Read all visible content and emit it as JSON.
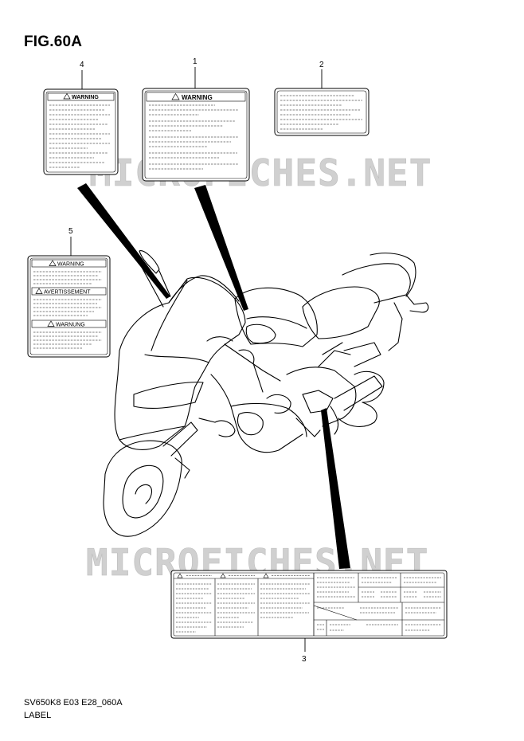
{
  "figure": {
    "title": "FIG.60A"
  },
  "footer": {
    "code": "SV650K8 E03 E28_060A",
    "name": "LABEL"
  },
  "watermark": {
    "text": "MICROFICHES.NET"
  },
  "callouts": [
    "1",
    "2",
    "3",
    "4",
    "5"
  ],
  "labels": {
    "warning": "WARNING",
    "avertissement": "AVERTISSEMENT",
    "warnung": "WARNUNG"
  },
  "colors": {
    "line": "#000000",
    "watermark": "#c8c8c8",
    "background": "#ffffff"
  }
}
